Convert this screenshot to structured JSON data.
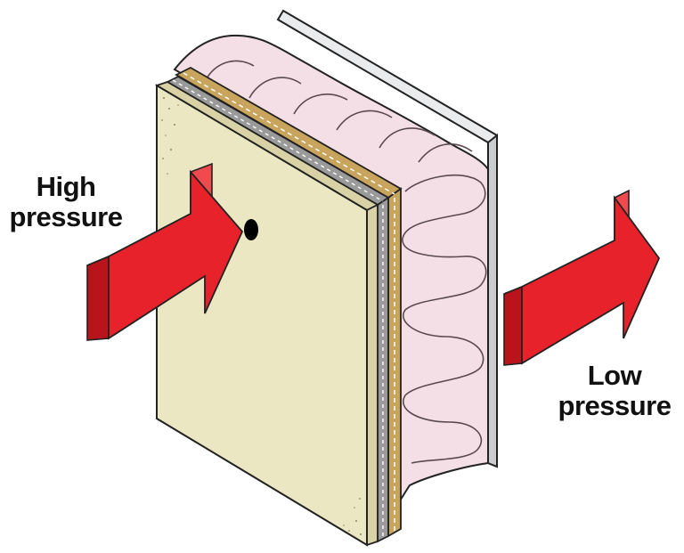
{
  "labels": {
    "high": {
      "line1": "High",
      "line2": "pressure"
    },
    "low": {
      "line1": "Low",
      "line2": "pressure"
    }
  },
  "colors": {
    "arrow_face": "#e8222a",
    "arrow_side": "#b9141b",
    "arrow_top": "#f04a4f",
    "board_face": "#ece7c3",
    "board_edge": "#d8d2a6",
    "wrap_gray": "#9a9a9a",
    "osb_tan": "#c8a45c",
    "insulation_pink": "#f4dfe6",
    "insulation_line": "#5a4a50",
    "drywall_gray": "#e9ebec",
    "outline": "#222222",
    "hole": "#000000"
  },
  "icons": {
    "left_arrow": "arrow-right-icon",
    "right_arrow": "arrow-right-icon"
  }
}
